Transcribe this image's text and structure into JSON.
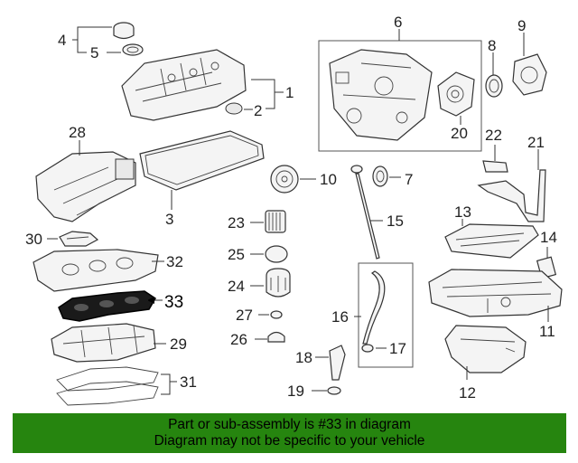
{
  "callouts": [
    {
      "id": "4",
      "label": "4"
    },
    {
      "id": "5",
      "label": "5"
    },
    {
      "id": "1",
      "label": "1"
    },
    {
      "id": "2",
      "label": "2"
    },
    {
      "id": "6",
      "label": "6"
    },
    {
      "id": "8",
      "label": "8"
    },
    {
      "id": "9",
      "label": "9"
    },
    {
      "id": "20",
      "label": "20"
    },
    {
      "id": "28",
      "label": "28"
    },
    {
      "id": "3",
      "label": "3"
    },
    {
      "id": "10",
      "label": "10"
    },
    {
      "id": "7",
      "label": "7"
    },
    {
      "id": "22",
      "label": "22"
    },
    {
      "id": "21",
      "label": "21"
    },
    {
      "id": "23",
      "label": "23"
    },
    {
      "id": "15",
      "label": "15"
    },
    {
      "id": "13",
      "label": "13"
    },
    {
      "id": "14",
      "label": "14"
    },
    {
      "id": "30",
      "label": "30"
    },
    {
      "id": "32",
      "label": "32"
    },
    {
      "id": "25",
      "label": "25"
    },
    {
      "id": "24",
      "label": "24"
    },
    {
      "id": "33",
      "label": "33"
    },
    {
      "id": "16",
      "label": "16"
    },
    {
      "id": "11",
      "label": "11"
    },
    {
      "id": "27",
      "label": "27"
    },
    {
      "id": "26",
      "label": "26"
    },
    {
      "id": "29",
      "label": "29"
    },
    {
      "id": "17",
      "label": "17"
    },
    {
      "id": "18",
      "label": "18"
    },
    {
      "id": "31",
      "label": "31"
    },
    {
      "id": "19",
      "label": "19"
    },
    {
      "id": "12",
      "label": "12"
    }
  ],
  "highlight_color": "#0d0d0d",
  "banner": {
    "line1": "Part or sub-assembly is #33 in diagram",
    "line2": "Diagram may not be specific to your vehicle",
    "background": "#26850f"
  }
}
